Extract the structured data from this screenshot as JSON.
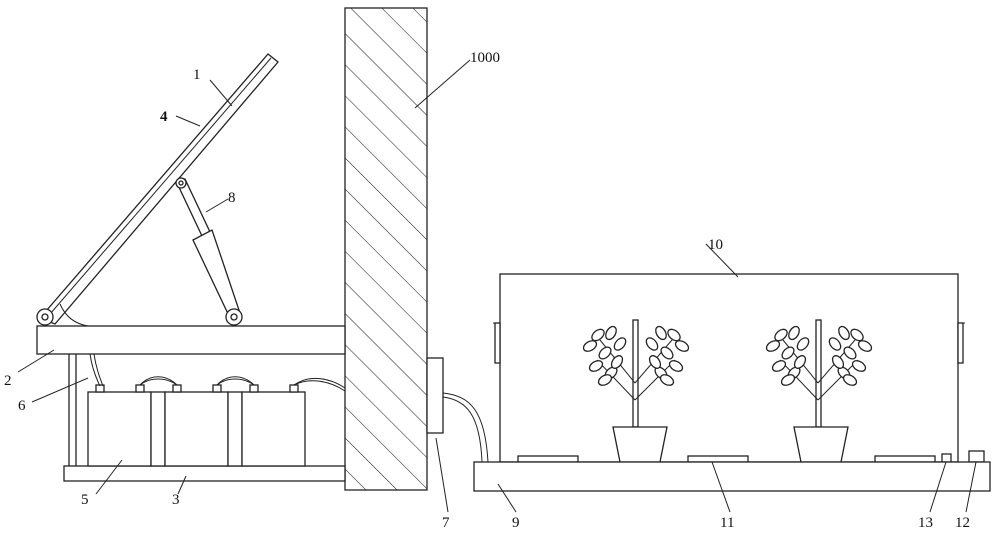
{
  "labels": {
    "panel": "1",
    "frame": "4",
    "cylinder": "8",
    "wall": "1000",
    "top_plate": "2",
    "wire": "6",
    "battery": "5",
    "base_plate": "3",
    "controller": "7",
    "greenhouse": "10",
    "platform": "9",
    "lamp": "11",
    "sensor_a": "13",
    "sensor_b": "12"
  }
}
